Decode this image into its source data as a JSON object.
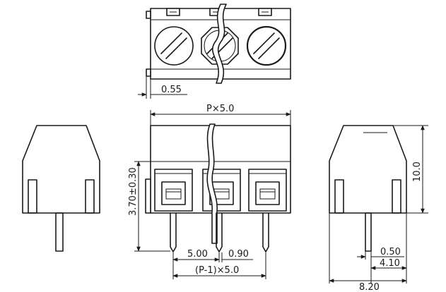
{
  "drawing": {
    "views": [
      "top-view",
      "front-view",
      "left-side-view",
      "right-side-view"
    ],
    "dimensions": {
      "lead_offset_top": "0.55",
      "total_width": "P×5.0",
      "terminal_height": "3.70±0.30",
      "pitch": "5.00",
      "pin_width": "0.90",
      "overall_pitch": "(P-1)×5.0",
      "body_height": "10.0",
      "pin_thickness": "0.50",
      "pin_offset": "4.10",
      "body_depth": "8.20"
    }
  }
}
